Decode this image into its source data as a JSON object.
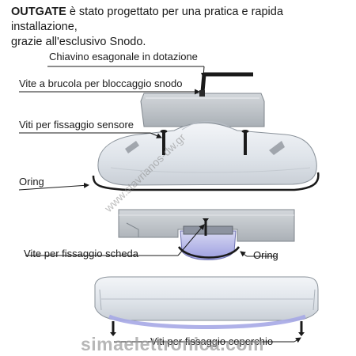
{
  "intro": {
    "brand": "OUTGATE",
    "line1_rest": " è stato progettato per una pratica e rapida installazione,",
    "line2": "grazie all'esclusivo Snodo."
  },
  "labels": {
    "hex_key": "Chiavino esagonale in dotazione",
    "grub_screw": "Vite a brucola per bloccaggio snodo",
    "sensor_screws": "Viti per fissaggio sensore",
    "oring_top": "Oring",
    "board_screw": "Vite per fissaggio scheda",
    "oring_mid": "Oring",
    "cover_screws": "Viti per fissaggio coperchio"
  },
  "watermarks": {
    "diagonal": "www.stavrianos-dw.gr",
    "bottom": "simaelettronica.com"
  },
  "colors": {
    "housing": "#dde3ea",
    "housing_edge": "#8a929a",
    "oring": "#1a1a1a",
    "bracket": "#b8bec4",
    "lens": "#b3b4e6",
    "text": "#1a1a1a"
  }
}
